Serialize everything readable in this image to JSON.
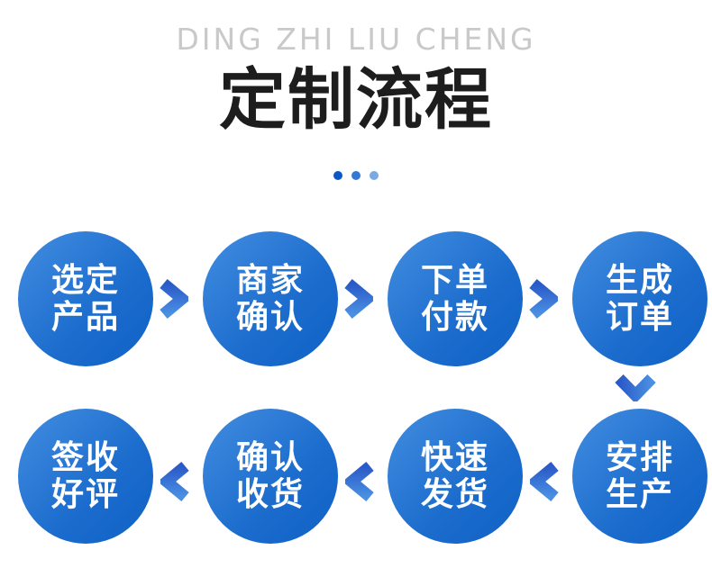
{
  "header": {
    "subtitle": "DING ZHI LIU CHENG",
    "title": "定制流程",
    "dot_colors": [
      "#0a58c6",
      "#3379d3",
      "#7aa9e4"
    ]
  },
  "colors": {
    "circle_gradient_light": "#3e89de",
    "circle_gradient_dark": "#0f61c5",
    "arrow_gradient_dark": "#2a59c8",
    "arrow_gradient_light": "#4a90e2",
    "subtitle_gray": "#c9c9c9",
    "title_black": "#1d1d1d",
    "step_text_color": "#ffffff"
  },
  "flow": {
    "rows": [
      {
        "direction": "right",
        "steps": [
          {
            "line1": "选定",
            "line2": "产品"
          },
          {
            "line1": "商家",
            "line2": "确认"
          },
          {
            "line1": "下单",
            "line2": "付款"
          },
          {
            "line1": "生成",
            "line2": "订单"
          }
        ]
      },
      {
        "direction": "left",
        "steps": [
          {
            "line1": "签收",
            "line2": "好评"
          },
          {
            "line1": "确认",
            "line2": "收货"
          },
          {
            "line1": "快速",
            "line2": "发货"
          },
          {
            "line1": "安排",
            "line2": "生产"
          }
        ]
      }
    ]
  }
}
